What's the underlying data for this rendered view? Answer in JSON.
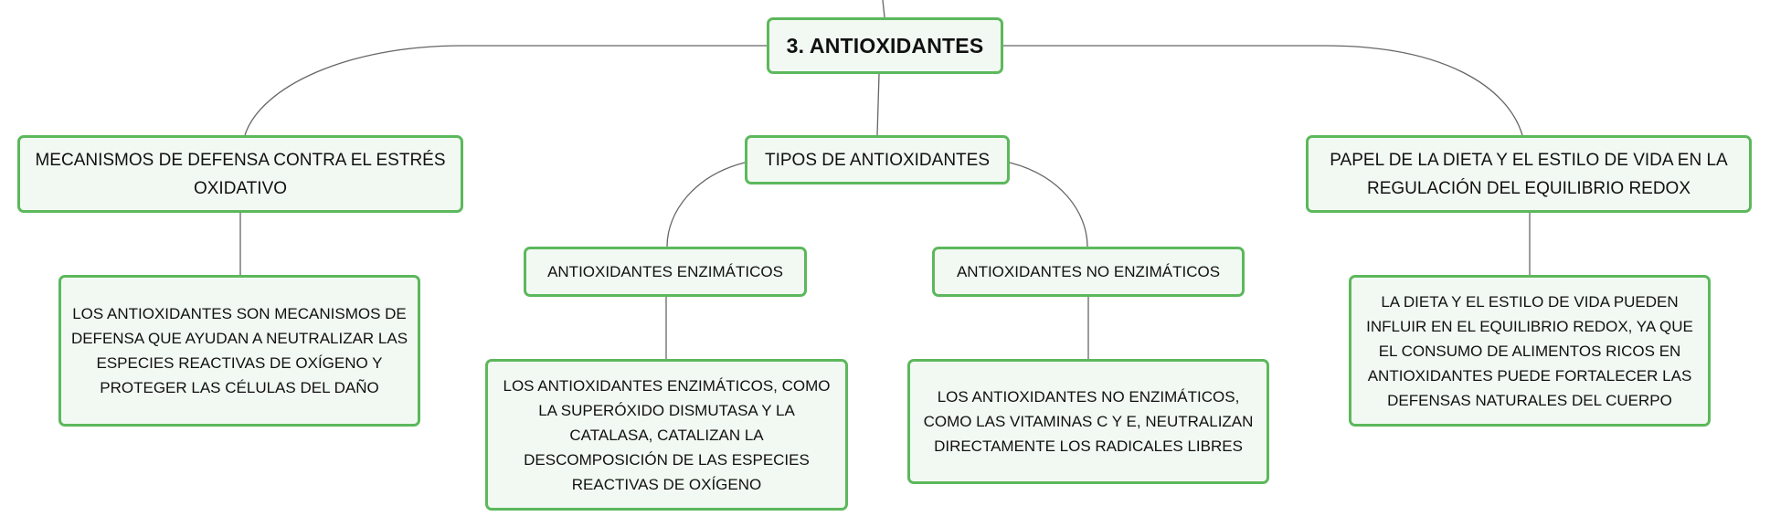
{
  "diagram": {
    "root": {
      "label": "3. ANTIOXIDANTES"
    },
    "branches": {
      "mecanismos": {
        "label": "MECANISMOS DE DEFENSA CONTRA EL ESTRÉS OXIDATIVO",
        "detail": "LOS ANTIOXIDANTES SON MECANISMOS DE DEFENSA QUE AYUDAN A NEUTRALIZAR LAS ESPECIES REACTIVAS DE OXÍGENO Y PROTEGER LAS CÉLULAS DEL DAÑO"
      },
      "tipos": {
        "label": "TIPOS DE ANTIOXIDANTES",
        "enzimaticos": {
          "label": "ANTIOXIDANTES ENZIMÁTICOS",
          "detail": "LOS ANTIOXIDANTES ENZIMÁTICOS, COMO LA SUPERÓXIDO DISMUTASA Y LA CATALASA, CATALIZAN LA DESCOMPOSICIÓN DE LAS ESPECIES REACTIVAS DE OXÍGENO"
        },
        "no_enzimaticos": {
          "label": "ANTIOXIDANTES NO ENZIMÁTICOS",
          "detail": "LOS ANTIOXIDANTES NO ENZIMÁTICOS, COMO LAS VITAMINAS C Y E, NEUTRALIZAN DIRECTAMENTE LOS RADICALES LIBRES"
        }
      },
      "dieta": {
        "label": "PAPEL DE LA DIETA Y EL ESTILO DE VIDA EN LA REGULACIÓN DEL EQUILIBRIO REDOX",
        "detail": "LA DIETA Y EL ESTILO DE VIDA PUEDEN INFLUIR EN EL EQUILIBRIO REDOX, YA QUE EL CONSUMO DE ALIMENTOS RICOS EN ANTIOXIDANTES PUEDE FORTALECER LAS DEFENSAS NATURALES DEL CUERPO"
      }
    },
    "colors": {
      "node_border": "#5cb85c",
      "node_fill": "#f2f9f2",
      "connector": "#666666",
      "text": "#111111"
    }
  }
}
